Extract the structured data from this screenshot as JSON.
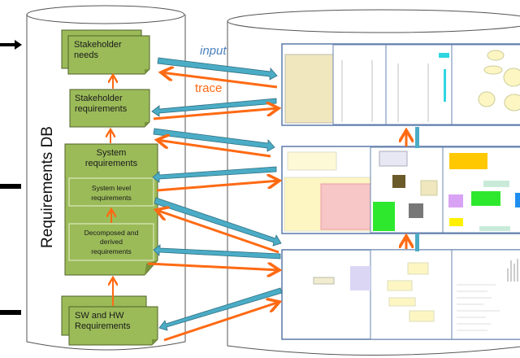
{
  "database_label": "Requirements DB",
  "boxes": {
    "stakeholder_needs": [
      "Stakeholder",
      "needs"
    ],
    "stakeholder_requirements": [
      "Stakeholder",
      "requirements"
    ],
    "system_requirements": [
      "System",
      "requirements"
    ],
    "system_level_requirements": [
      "System level",
      "requirements"
    ],
    "decomposed_requirements": [
      "Decomposed and",
      "derived",
      "requirements"
    ],
    "sw_hw_requirements": [
      "SW and HW",
      "Requirements"
    ]
  },
  "arrow_labels": {
    "input": "input",
    "trace": "trace"
  },
  "colors": {
    "box_fill": "#9bbb59",
    "box_border": "#4f6228",
    "input_arrow": "#4bacc6",
    "trace_arrow": "#ff6a13",
    "input_label": "#4f81bd",
    "trace_label": "#ff6a13",
    "model_yellow": "#fdf6c3",
    "model_pink": "#f7c6c6",
    "model_green": "#2ee82e"
  }
}
